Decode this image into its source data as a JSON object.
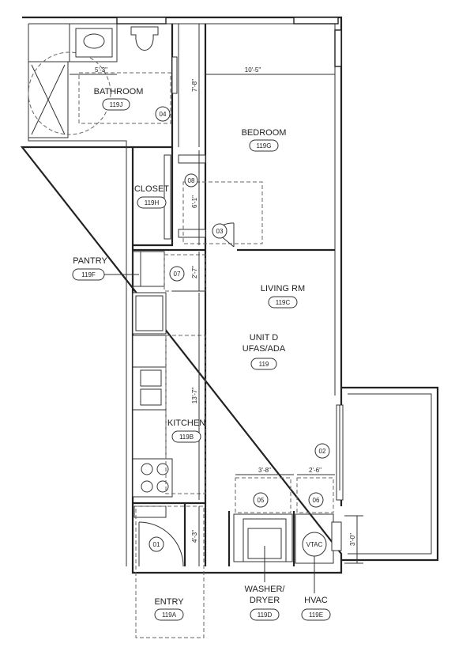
{
  "rooms": {
    "bathroom": {
      "name": "BATHROOM",
      "tag": "119J"
    },
    "bedroom": {
      "name": "BEDROOM",
      "tag": "119G"
    },
    "closet": {
      "name": "CLOSET",
      "tag": "119H"
    },
    "pantry": {
      "name": "PANTRY",
      "tag": "119F"
    },
    "living": {
      "name": "LIVING RM",
      "tag": "119C"
    },
    "unit": {
      "line1": "UNIT D",
      "line2": "UFAS/ADA",
      "tag": "119"
    },
    "kitchen": {
      "name": "KITCHEN",
      "tag": "119B"
    },
    "entry": {
      "name": "ENTRY",
      "tag": "119A"
    },
    "washer": {
      "line1": "WASHER/",
      "line2": "DRYER",
      "tag": "119D"
    },
    "hvac": {
      "name": "HVAC",
      "tag": "119E",
      "unit_label": "VTAC"
    }
  },
  "doors": [
    "01",
    "02",
    "03",
    "04",
    "05",
    "06",
    "07",
    "08"
  ],
  "dimensions": {
    "bedroom_width": "10'-5\"",
    "bath_width": "5'-3\"",
    "bath_height": "7'-8\"",
    "closet_width": "6'-1\"",
    "pantry_height": "2'-7\"",
    "kitchen_length": "13'-7\"",
    "entry_height": "4'-3\"",
    "washer_width": "3'-8\"",
    "hvac_width": "2'-6\"",
    "window_width": "3'-0\""
  }
}
